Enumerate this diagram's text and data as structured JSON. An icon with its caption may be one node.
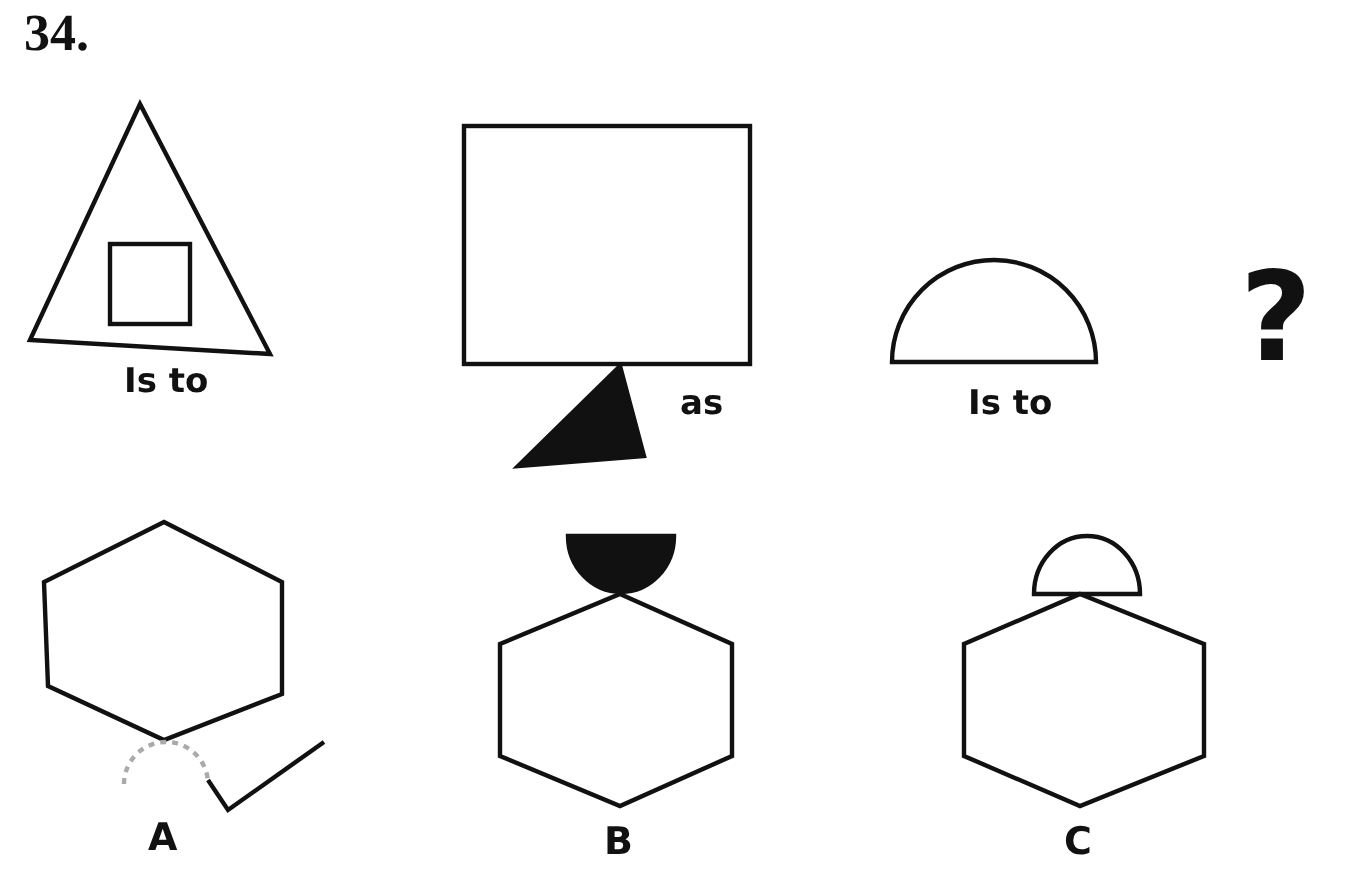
{
  "diagram": {
    "labels": [
      "34.",
      "Is to",
      "as",
      "Is to",
      "?",
      "A",
      "B",
      "C"
    ]
  }
}
